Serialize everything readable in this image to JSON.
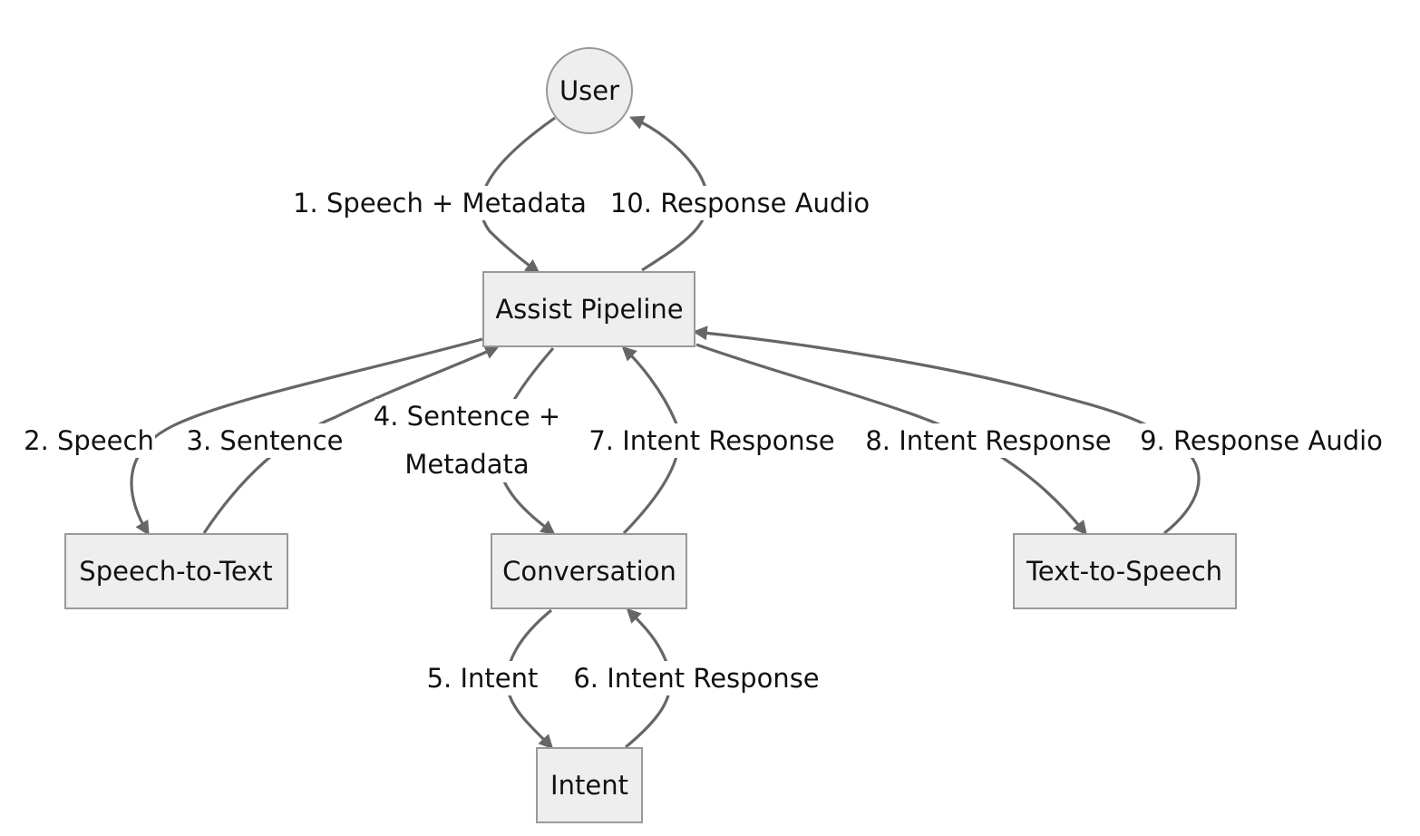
{
  "nodes": {
    "user": "User",
    "assist_pipeline": "Assist Pipeline",
    "speech_to_text": "Speech-to-Text",
    "conversation": "Conversation",
    "text_to_speech": "Text-to-Speech",
    "intent": "Intent"
  },
  "edges": [
    {
      "label": "1. Speech + Metadata",
      "from": "User",
      "to": "Assist Pipeline"
    },
    {
      "label": "2. Speech",
      "from": "Assist Pipeline",
      "to": "Speech-to-Text"
    },
    {
      "label": "3. Sentence",
      "from": "Speech-to-Text",
      "to": "Assist Pipeline"
    },
    {
      "label": "4. Sentence +",
      "label_line2": "Metadata",
      "from": "Assist Pipeline",
      "to": "Conversation"
    },
    {
      "label": "5. Intent",
      "from": "Conversation",
      "to": "Intent"
    },
    {
      "label": "6. Intent Response",
      "from": "Intent",
      "to": "Conversation"
    },
    {
      "label": "7. Intent Response",
      "from": "Conversation",
      "to": "Assist Pipeline"
    },
    {
      "label": "8. Intent Response",
      "from": "Assist Pipeline",
      "to": "Text-to-Speech"
    },
    {
      "label": "9. Response Audio",
      "from": "Text-to-Speech",
      "to": "Assist Pipeline"
    },
    {
      "label": "10. Response Audio",
      "from": "Assist Pipeline",
      "to": "User"
    }
  ]
}
